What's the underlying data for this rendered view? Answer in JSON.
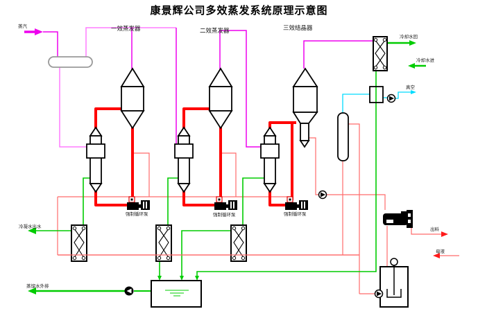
{
  "title": "康景辉公司多效蒸发系统原理示意图",
  "equipment": {
    "evaporator1": "一效蒸发器",
    "evaporator2": "二效蒸发器",
    "crystallizer": "三效结晶器",
    "pump1": "强制循环泵",
    "pump2": "强制循环泵",
    "pump3": "强制循环泵"
  },
  "streams": {
    "steam_in": "蒸汽",
    "cooling_water_return": "冷却水回",
    "cooling_water_in": "冷却水进",
    "vacuum": "真空",
    "discharge": "出料",
    "mother_liquor": "母液",
    "condensate_out": "冷凝水出水",
    "distilled_water_out": "蒸馏水外排"
  },
  "colors": {
    "steam": "#ee00ee",
    "steam_light": "#ff7bff",
    "circulation": "#ff0000",
    "transfer": "#ff6a6a",
    "condensate": "#00cc00",
    "vacuum": "#00dcff"
  }
}
